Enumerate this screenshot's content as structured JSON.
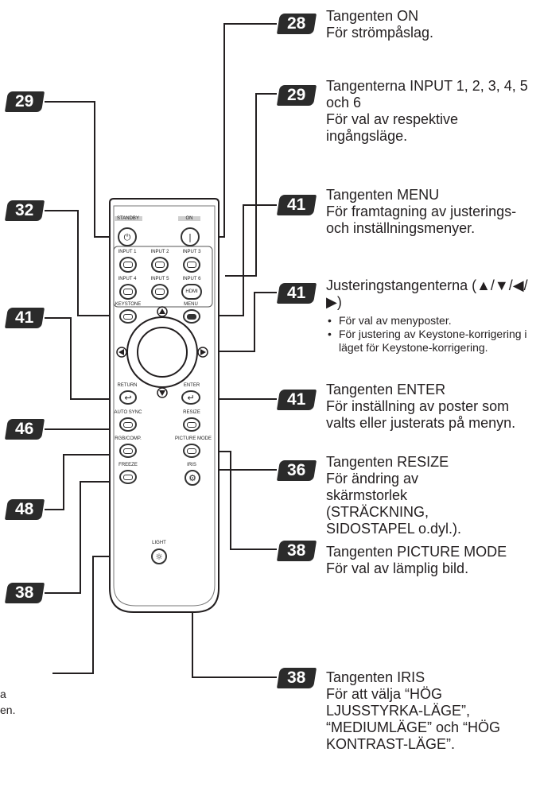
{
  "callouts_right": [
    {
      "num": "28",
      "title": "Tangenten ON",
      "body": "För strömpåslag."
    },
    {
      "num": "29",
      "title": "Tangenterna INPUT 1, 2, 3, 4, 5 och 6",
      "body": "För val av respektive ingångsläge."
    },
    {
      "num": "41",
      "title": "Tangenten MENU",
      "body": "För framtagning av justerings- och inställningsmenyer."
    },
    {
      "num": "41",
      "title": "Justeringstangenterna (▲/▼/◀/▶)",
      "bullets": [
        "För val av menyposter.",
        "För justering av Keystone-korrigering i läget för Keystone-korrigering."
      ]
    },
    {
      "num": "41",
      "title": "Tangenten ENTER",
      "body": "För inställning av poster som valts eller justerats på menyn."
    },
    {
      "num": "36",
      "title": "Tangenten RESIZE",
      "body": "För ändring av skärmstorlek (STRÄCKNING, SIDOSTAPEL o.dyl.)."
    },
    {
      "num": "38",
      "title": "Tangenten PICTURE MODE",
      "body": "För val av lämplig bild."
    },
    {
      "num": "38",
      "title": "Tangenten IRIS",
      "body": "För att välja “HÖG LJUSSTYRKA-LÄGE”, “MEDIUMLÄGE” och “HÖG KONTRAST-LÄGE”."
    }
  ],
  "callouts_left": [
    {
      "num": "29"
    },
    {
      "num": "32"
    },
    {
      "num": "41"
    },
    {
      "num": "46"
    },
    {
      "num": "48"
    },
    {
      "num": "38"
    }
  ],
  "left_partial_text": [
    "a",
    "en."
  ],
  "remote": {
    "standby": "STANDBY",
    "on": "ON",
    "input1": "INPUT 1",
    "input2": "INPUT 2",
    "input3": "INPUT 3",
    "input4": "INPUT 4",
    "input5": "INPUT 5",
    "input6": "INPUT 6",
    "hdmi": "HDMI",
    "keystone": "KEYSTONE",
    "menu": "MENU",
    "return": "RETURN",
    "enter": "ENTER",
    "autosync": "AUTO SYNC",
    "resize": "RESIZE",
    "rgbcomp": "RGB/COMP.",
    "picturemode": "PICTURE MODE",
    "freeze": "FREEZE",
    "iris": "IRIS",
    "light": "LIGHT"
  }
}
